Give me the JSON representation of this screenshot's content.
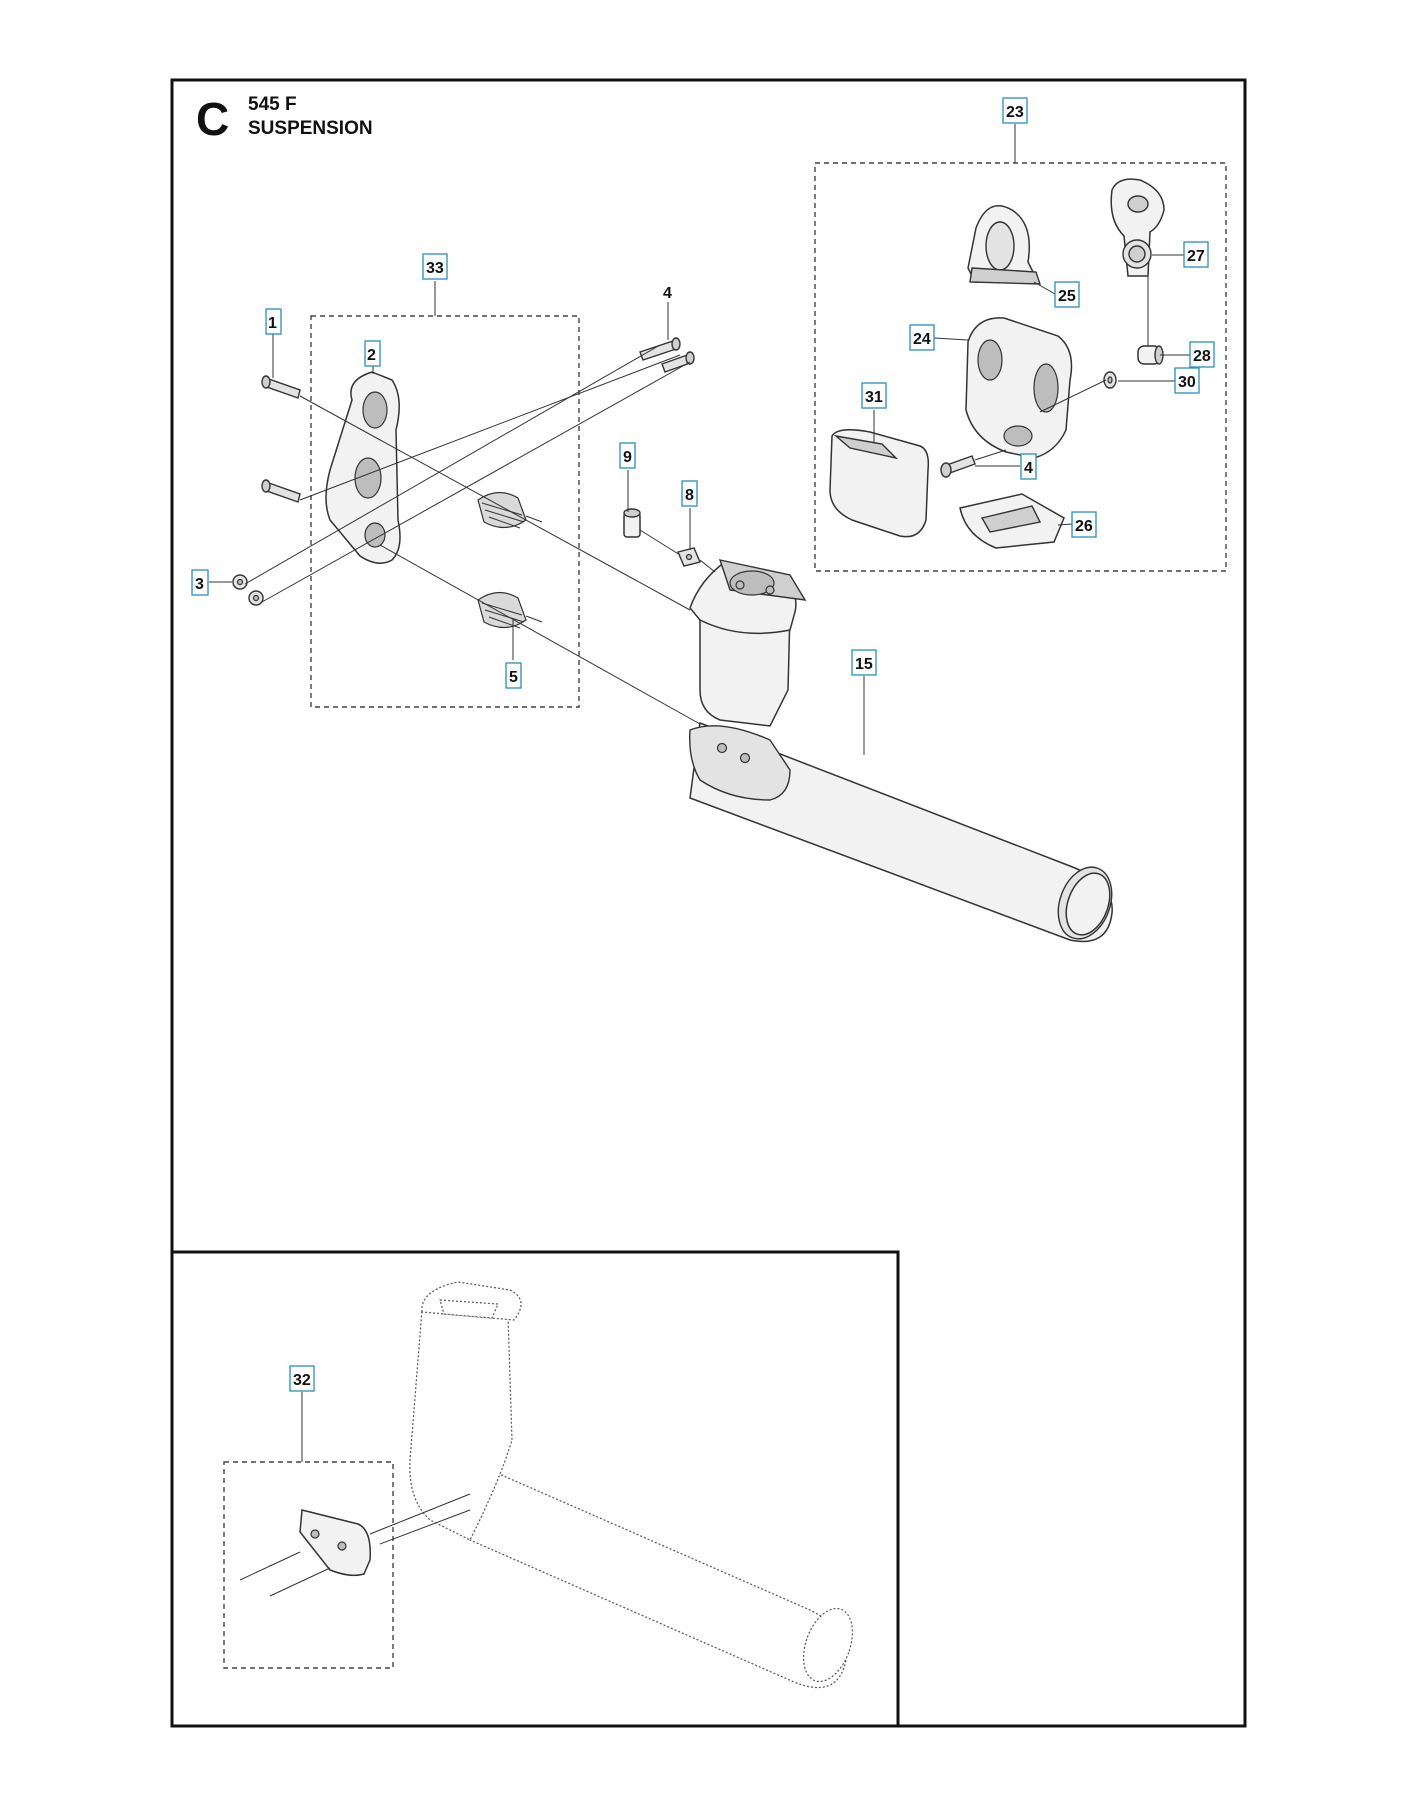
{
  "header": {
    "section_letter": "C",
    "model": "545 F",
    "title": "SUSPENSION"
  },
  "callouts": [
    {
      "key": "c1",
      "label": "1"
    },
    {
      "key": "c2",
      "label": "2"
    },
    {
      "key": "c3",
      "label": "3"
    },
    {
      "key": "c4a",
      "label": "4"
    },
    {
      "key": "c4b",
      "label": "4"
    },
    {
      "key": "c5",
      "label": "5"
    },
    {
      "key": "c8",
      "label": "8"
    },
    {
      "key": "c9",
      "label": "9"
    },
    {
      "key": "c15",
      "label": "15"
    },
    {
      "key": "c23",
      "label": "23"
    },
    {
      "key": "c24",
      "label": "24"
    },
    {
      "key": "c25",
      "label": "25"
    },
    {
      "key": "c26",
      "label": "26"
    },
    {
      "key": "c27",
      "label": "27"
    },
    {
      "key": "c28",
      "label": "28"
    },
    {
      "key": "c30",
      "label": "30"
    },
    {
      "key": "c31",
      "label": "31"
    },
    {
      "key": "c32",
      "label": "32"
    },
    {
      "key": "c33",
      "label": "33"
    }
  ],
  "colors": {
    "callout_border": "#2a8fb8",
    "line": "#333333",
    "frame": "#111111"
  }
}
